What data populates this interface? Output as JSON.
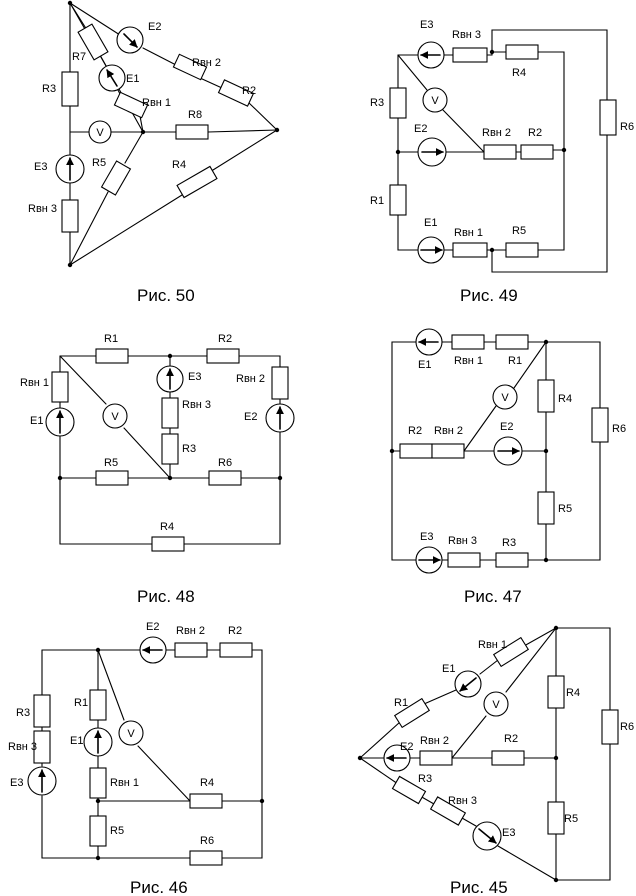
{
  "figures": [
    {
      "caption": "Рис. 50",
      "labels": [
        "R3",
        "R7",
        "E2",
        "E1",
        "Rвн 2",
        "R2",
        "Rвн 1",
        "R8",
        "E3",
        "R5",
        "R4",
        "Rвн 3",
        "V"
      ]
    },
    {
      "caption": "Рис. 49",
      "labels": [
        "E3",
        "Rвн 3",
        "R4",
        "R3",
        "R6",
        "E2",
        "Rвн 2",
        "R2",
        "R1",
        "E1",
        "Rвн 1",
        "R5",
        "V"
      ]
    },
    {
      "caption": "Рис. 48",
      "labels": [
        "R1",
        "R2",
        "Rвн 1",
        "E3",
        "Rвн 2",
        "E1",
        "Rвн 3",
        "E2",
        "R3",
        "R5",
        "R6",
        "R4",
        "V"
      ]
    },
    {
      "caption": "Рис. 47",
      "labels": [
        "E1",
        "Rвн 1",
        "R1",
        "R4",
        "R6",
        "R2",
        "Rвн 2",
        "E2",
        "R5",
        "E3",
        "Rвн 3",
        "R3",
        "V"
      ]
    },
    {
      "caption": "Рис. 46",
      "labels": [
        "E2",
        "Rвн 2",
        "R2",
        "R3",
        "R1",
        "Rвн 3",
        "E1",
        "E3",
        "Rвн 1",
        "R4",
        "R5",
        "R6",
        "V"
      ]
    },
    {
      "caption": "Рис. 45",
      "labels": [
        "Rвн 1",
        "E1",
        "R4",
        "R1",
        "R6",
        "E2",
        "Rвн 2",
        "R2",
        "R3",
        "Rвн 3",
        "E3",
        "R5",
        "V"
      ]
    }
  ]
}
